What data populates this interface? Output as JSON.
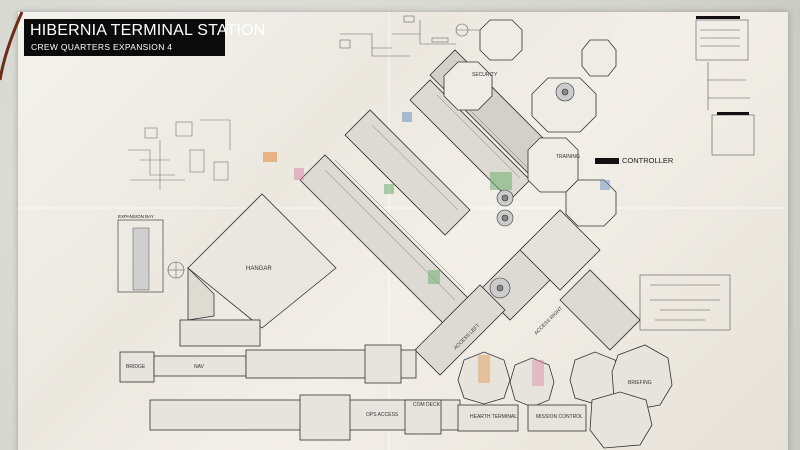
{
  "title": {
    "main": "HIBERNIA TERMINAL STATION",
    "subtitle": "CREW QUARTERS EXPANSION 4"
  },
  "annotations": {
    "controller": "CONTROLLER",
    "expansion_bay": "EXPANSION BAY"
  },
  "rooms": {
    "hangar": "HANGAR",
    "bridge": "BRIDGE",
    "nav": "NAV",
    "briefing": "BRIEFING",
    "ops_access": "OPS ACCESS",
    "com_deck": "COM DECK",
    "access_left": "ACCESS LEFT",
    "access_right": "ACCESS RIGHT",
    "hearth_terminal": "HEARTH TERMINAL",
    "mission_control": "MISSION CONTROL",
    "security": "SECURITY",
    "training": "TRAINING"
  },
  "colors": {
    "paper": "#f1eee6",
    "ink": "#3c3c3c",
    "title_bg": "#0b0b0b",
    "accent_orange": "#e08a3c",
    "accent_green": "#7bb07a",
    "accent_blue": "#6b8fc4",
    "accent_pink": "#d98aa8"
  }
}
